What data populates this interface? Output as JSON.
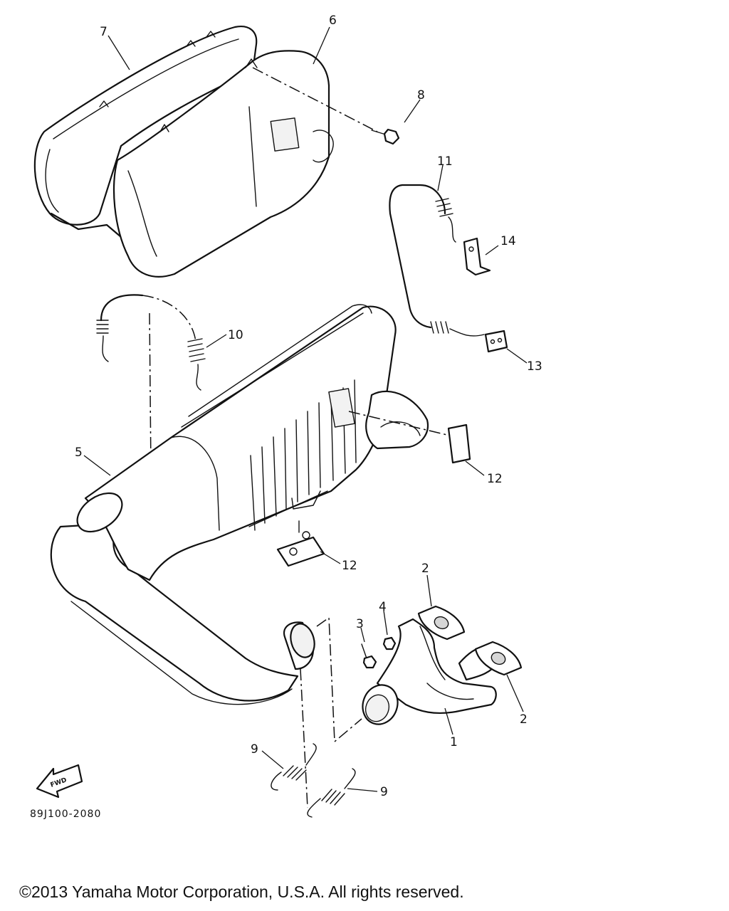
{
  "diagram": {
    "callouts": [
      "1",
      "2",
      "2",
      "3",
      "4",
      "5",
      "6",
      "7",
      "8",
      "9",
      "9",
      "10",
      "11",
      "12",
      "12",
      "13",
      "14"
    ],
    "fwd_label": "FWD",
    "drawing_code": "89J100-2080"
  },
  "footer": {
    "copyright": "©2013 Yamaha Motor Corporation, U.S.A. All rights reserved."
  }
}
